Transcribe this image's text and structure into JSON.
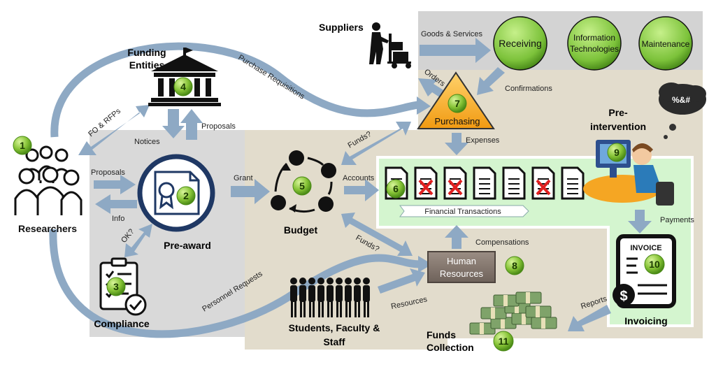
{
  "nodes": {
    "researchers": {
      "label": "Researchers",
      "number": "1"
    },
    "funding": {
      "label_line1": "Funding",
      "label_line2": "Entities",
      "number": "4"
    },
    "preaward": {
      "label": "Pre-award",
      "number": "2"
    },
    "compliance": {
      "label": "Compliance",
      "number": "3"
    },
    "budget": {
      "label": "Budget",
      "number": "5"
    },
    "transactions": {
      "label": "Financial Transactions",
      "number": "6"
    },
    "purchasing": {
      "label": "Purchasing",
      "number": "7"
    },
    "hr": {
      "label_line1": "Human",
      "label_line2": "Resources",
      "number": "8"
    },
    "preintervention": {
      "label_line1": "Pre-",
      "label_line2": "intervention",
      "number": "9",
      "thought": "%&#"
    },
    "invoicing": {
      "label": "Invoicing",
      "number": "10",
      "invoice_word": "INVOICE"
    },
    "funds": {
      "label_line1": "Funds",
      "label_line2": "Collection",
      "number": "11"
    },
    "suppliers": {
      "label": "Suppliers"
    },
    "students": {
      "label_line1": "Students, Faculty &",
      "label_line2": "Staff"
    },
    "receiving": {
      "label": "Receiving"
    },
    "it": {
      "label_line1": "Information",
      "label_line2": "Technologies"
    },
    "maintenance": {
      "label": "Maintenance"
    }
  },
  "edges": {
    "fo_rfps": "FO & RFPs",
    "purchase_requisitions": "Purchase Requisitions",
    "notices": "Notices",
    "proposals_top": "Proposals",
    "proposals_left": "Proposals",
    "info": "Info",
    "ok": "OK?",
    "grant": "Grant",
    "personnel_requests": "Personnel Requests",
    "funds_q_top": "Funds?",
    "funds_q_bottom": "Funds?",
    "accounts": "Accounts",
    "goods_services": "Goods & Services",
    "orders": "Orders",
    "confirmations": "Confirmations",
    "expenses": "Expenses",
    "compensations": "Compensations",
    "resources": "Resources",
    "payments": "Payments",
    "reports": "Reports"
  },
  "colors": {
    "arrow": "#8ea9c4",
    "green_badge": "#86c336",
    "orange": "#f9a825",
    "panel_gray": "#d4d4d4",
    "panel_beige": "#e3dccc",
    "panel_green": "#ccf2c8",
    "navy": "#1f3864"
  }
}
